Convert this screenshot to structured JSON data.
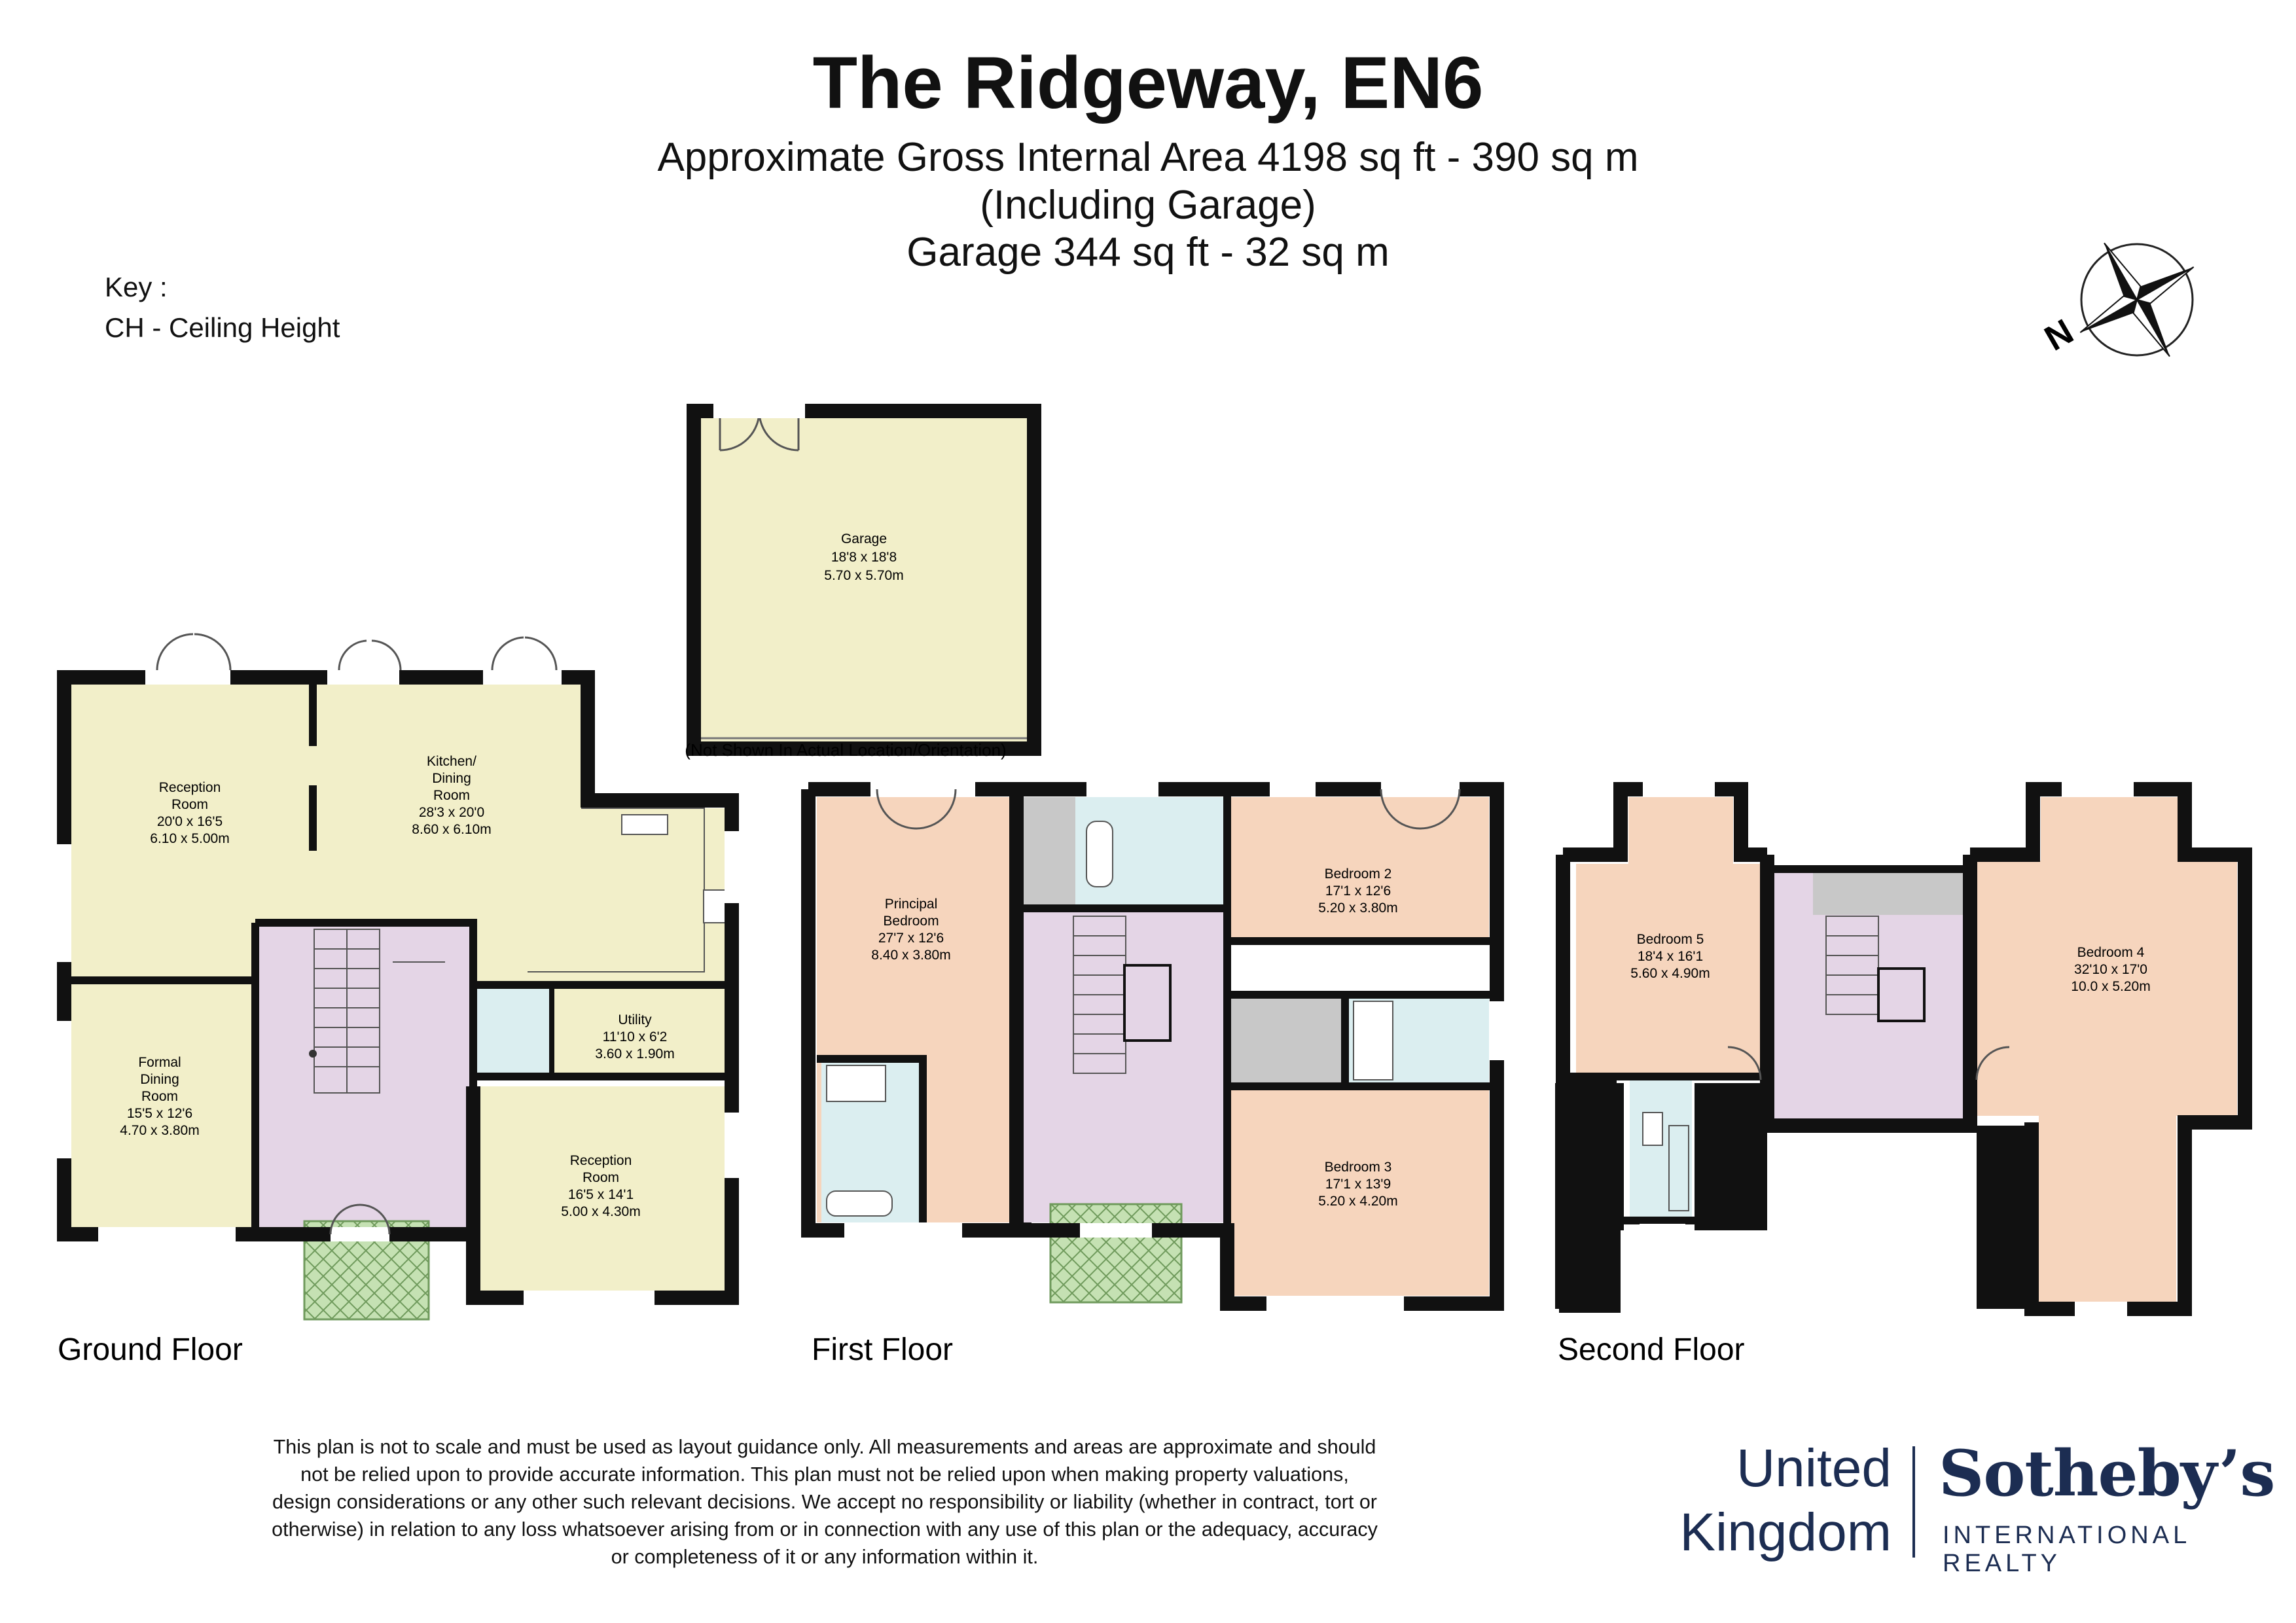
{
  "header": {
    "title": "The Ridgeway, EN6",
    "line1": "Approximate Gross Internal Area 4198 sq ft - 390 sq m",
    "line2": "(Including Garage)",
    "line3": "Garage 344 sq ft - 32 sq m"
  },
  "key": {
    "heading": "Key :",
    "entry": "CH - Ceiling Height"
  },
  "compass": {
    "letter": "N"
  },
  "garage": {
    "name": "Garage",
    "imperial": "18'8 x 18'8",
    "metric": "5.70 x 5.70m",
    "note": "(Not Shown In Actual Location/Orientation)"
  },
  "ground": {
    "label": "Ground Floor",
    "reception1": {
      "name1": "Reception",
      "name2": "Room",
      "imperial": "20'0 x 16'5",
      "metric": "6.10 x 5.00m"
    },
    "kitchen": {
      "name1": "Kitchen/",
      "name2": "Dining",
      "name3": "Room",
      "imperial": "28'3 x 20'0",
      "metric": "8.60 x 6.10m"
    },
    "utility": {
      "name": "Utility",
      "imperial": "11'10 x 6'2",
      "metric": "3.60 x 1.90m"
    },
    "formal": {
      "name1": "Formal",
      "name2": "Dining",
      "name3": "Room",
      "imperial": "15'5 x 12'6",
      "metric": "4.70 x 3.80m"
    },
    "reception2": {
      "name1": "Reception",
      "name2": "Room",
      "imperial": "16'5 x 14'1",
      "metric": "5.00 x 4.30m"
    }
  },
  "first": {
    "label": "First Floor",
    "principal": {
      "name1": "Principal",
      "name2": "Bedroom",
      "imperial": "27'7 x 12'6",
      "metric": "8.40 x 3.80m"
    },
    "bedroom2": {
      "name": "Bedroom 2",
      "imperial": "17'1 x 12'6",
      "metric": "5.20 x 3.80m"
    },
    "bedroom3": {
      "name": "Bedroom 3",
      "imperial": "17'1 x 13'9",
      "metric": "5.20 x 4.20m"
    }
  },
  "second": {
    "label": "Second Floor",
    "bedroom5": {
      "name": "Bedroom 5",
      "imperial": "18'4 x 16'1",
      "metric": "5.60 x 4.90m"
    },
    "bedroom4": {
      "name": "Bedroom 4",
      "imperial": "32'10 x 17'0",
      "metric": "10.0 x 5.20m"
    }
  },
  "disclaimer": [
    "This plan is not to scale and must be used as layout guidance only. All measurements and areas are approximate and should",
    "not be relied upon to provide accurate information. This plan must not be relied upon when making property valuations,",
    "design considerations or any other such relevant decisions. We accept no responsibility or liability (whether in contract, tort or",
    "otherwise) in relation to any loss whatsoever arising from or in connection with any use of this plan or the adequacy, accuracy",
    "or completeness of it or any information within it."
  ],
  "brand": {
    "region1": "United",
    "region2": "Kingdom",
    "name": "Sotheby’s",
    "tagline": "INTERNATIONAL REALTY"
  },
  "colors": {
    "wall": "#111111",
    "living": "#f2efc9",
    "bedroom": "#f6d5bd",
    "hall": "#e4d5e6",
    "bath": "#dbeef0",
    "storage": "#c8c8c8",
    "porch": "#c5e1b3"
  }
}
